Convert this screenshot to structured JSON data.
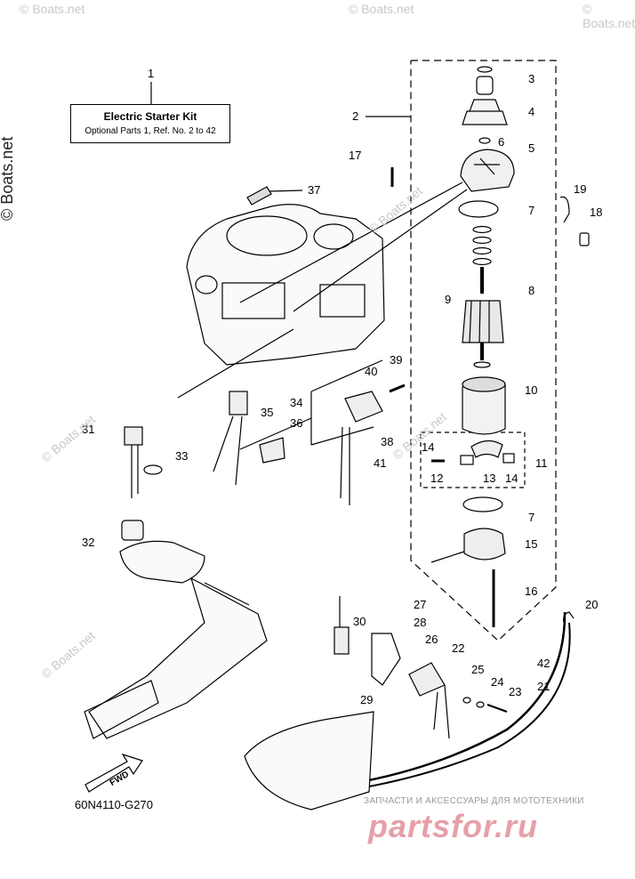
{
  "kit_box": {
    "title": "Electric Starter Kit",
    "subtitle": "Optional Parts 1,  Ref. No.  2  to  42"
  },
  "callouts": [
    "1",
    "2",
    "3",
    "4",
    "5",
    "6",
    "7",
    "8",
    "9",
    "10",
    "11",
    "12",
    "13",
    "14",
    "14",
    "15",
    "16",
    "17",
    "18",
    "19",
    "20",
    "21",
    "22",
    "23",
    "24",
    "25",
    "26",
    "27",
    "28",
    "29",
    "30",
    "31",
    "32",
    "33",
    "34",
    "35",
    "36",
    "37",
    "38",
    "39",
    "40",
    "41",
    "42",
    "7"
  ],
  "diagram_code": "60N4110-G270",
  "watermark_main": "© Boats.net",
  "watermark_faint": [
    "© Boats.net",
    "© Boats.net",
    "© Boats.net",
    "© Boats.net",
    "© Boats.net",
    "© Boats.net",
    "© Boats.net"
  ],
  "fwd_label": "FWD",
  "promo_text": "ЗАПЧАСТИ И АКСЕССУАРЫ ДЛЯ МОТОТЕХНИКИ",
  "brand_text": "partsfor.ru"
}
